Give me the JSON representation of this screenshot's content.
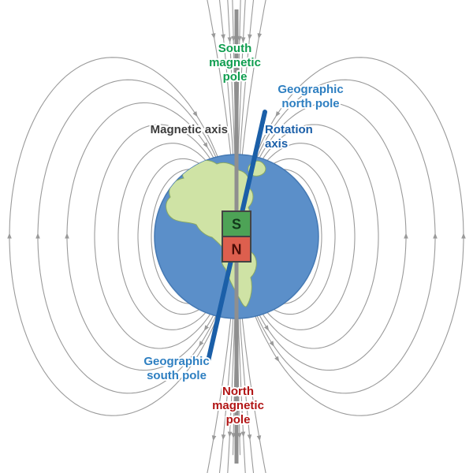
{
  "figure": {
    "description": "Diagram of Earth's magnetic field: dipole field lines around the globe, a bar magnet at the core, the magnetic axis (vertical) and the tilted rotation axis",
    "labels": {
      "south_magnetic_pole": [
        "South",
        "magnetic",
        "pole"
      ],
      "geographic_north_pole": [
        "Geographic",
        "north pole"
      ],
      "magnetic_axis": "Magnetic axis",
      "rotation_axis": [
        "Rotation",
        "axis"
      ],
      "geographic_south_pole": [
        "Geographic",
        "south pole"
      ],
      "north_magnetic_pole": [
        "North",
        "magnetic",
        "pole"
      ]
    },
    "magnet": {
      "top_pole_letter": "S",
      "bottom_pole_letter": "N"
    }
  },
  "colors": {
    "background": "#ffffff",
    "field_line": "#9a9a9a",
    "magnetic_axis": "#8f8f8f",
    "rotation_axis": "#1b5fa8",
    "ocean": "#5b8fc9",
    "earth_outline": "#4579b3",
    "land": "#cfe3a5",
    "land_outline": "#8aa964",
    "magnet_south_fill": "#4da356",
    "magnet_north_fill": "#dd5f4e",
    "magnet_border": "#444444",
    "magnet_south_letter": "#12381b",
    "magnet_north_letter": "#4a0d08",
    "label_south_magnetic": "#0f9d4f",
    "label_north_magnetic": "#b11414",
    "label_geographic": "#2e7fc1",
    "label_rotation_axis": "#1b5fa8",
    "label_magnetic_axis": "#3d3d3d"
  },
  "field": {
    "loop_radii": [
      108,
      125,
      150,
      180,
      215,
      252,
      288
    ],
    "funnel_radii": [
      2500,
      7000,
      25000,
      120000
    ],
    "vertical_stretch": 2.05
  }
}
